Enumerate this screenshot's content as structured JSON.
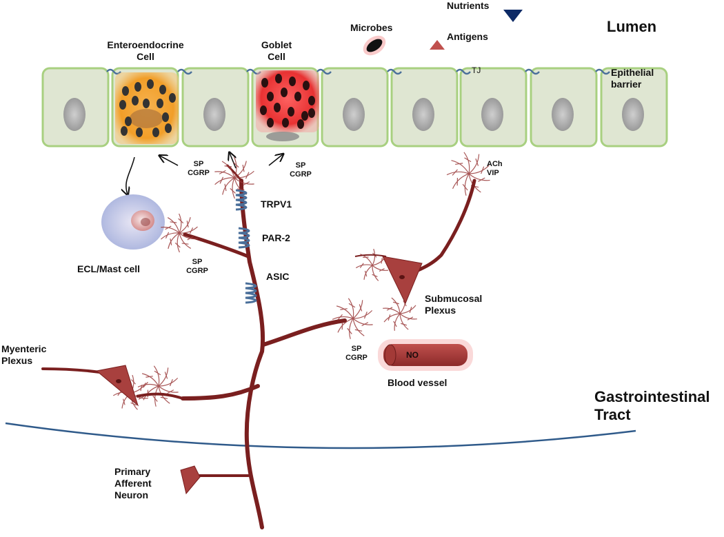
{
  "lumen": {
    "title": "Lumen",
    "nutrients": "Nutrients",
    "antigens": "Antigens",
    "microbes": "Microbes"
  },
  "epithelium": {
    "enteroendocrine_line1": "Enteroendocrine",
    "enteroendocrine_line2": "Cell",
    "goblet_line1": "Goblet",
    "goblet_line2": "Cell",
    "tight_junction": "TJ",
    "barrier_line1": "Epithelial",
    "barrier_line2": "barrier"
  },
  "mediators": {
    "sp": "SP",
    "cgrp": "CGRP",
    "ach": "ACh",
    "vip": "VIP",
    "no": "NO"
  },
  "receptors": {
    "trpv1": "TRPV1",
    "par2": "PAR-2",
    "asic": "ASIC"
  },
  "cells": {
    "ecl_mast": "ECL/Mast cell",
    "submucosal_line1": "Submucosal",
    "submucosal_line2": "Plexus",
    "myenteric_line1": "Myenteric",
    "myenteric_line2": "Plexus",
    "blood_vessel": "Blood vessel",
    "primary_line1": "Primary",
    "primary_line2": "Afferent",
    "primary_line3": "Neuron"
  },
  "region": {
    "gi_line1": "Gastrointestinal",
    "gi_line2": "Tract"
  },
  "colors": {
    "epithelial_fill": "#dfe6d2",
    "epithelial_border": "#a8d080",
    "neuron": "#7a1f1f",
    "enteroendocrine_glow": "#f29a1f",
    "goblet_glow": "#e8282a",
    "receptor": "#4a6f9a",
    "gi_line": "#2f5a8a",
    "nutrient_marker": "#0d2a66",
    "antigen_marker": "#c0504d",
    "mast_cell": "#aeb8e0"
  }
}
